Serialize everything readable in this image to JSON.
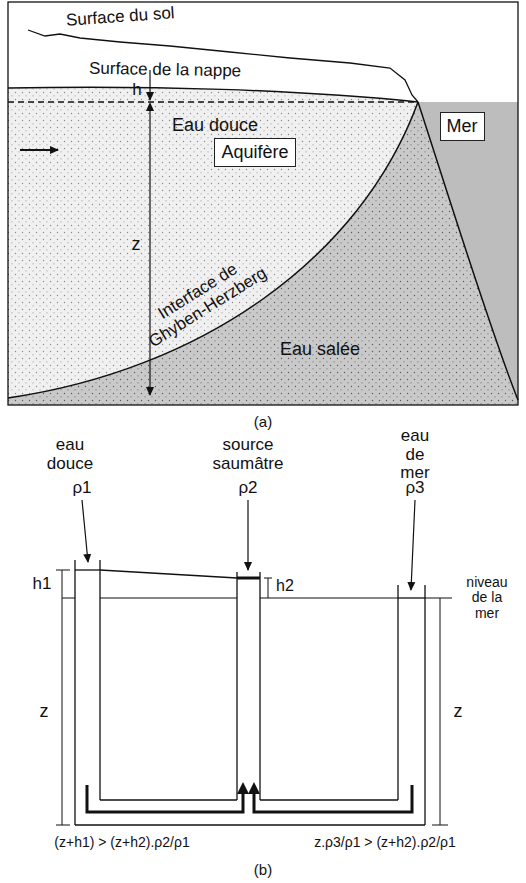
{
  "diagram": {
    "nodes": [
      {
        "text": [
          "Aquifère"
        ]
      },
      {
        "text": [
          "Mer"
        ]
      }
    ],
    "labels": [
      "Surface du sol",
      "Surface de la nappe",
      "h",
      "z",
      "Eau douce",
      "Interface de Ghyben-Herzberg",
      "Eau salée",
      "(a)",
      "eau douce",
      "ρ1",
      "source saumâtre",
      "ρ2",
      "eau de mer",
      "ρ3",
      "h1",
      "h2",
      "niveau de la mer",
      "z",
      "z",
      "(b)",
      "(z+h1) > (z+h2).ρ2/ρ1",
      "z.ρ3/ρ1 > (z+h2).ρ2/ρ1"
    ]
  }
}
